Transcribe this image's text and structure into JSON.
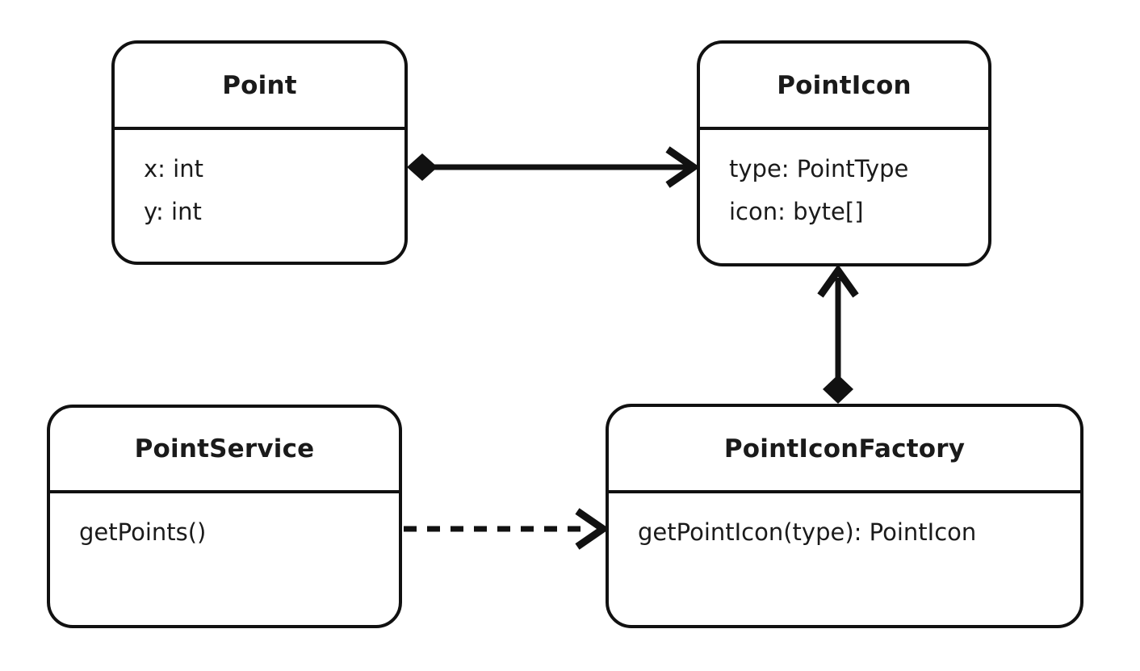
{
  "diagram": {
    "kind": "uml-class-diagram",
    "colors": {
      "background": "#ffffff",
      "stroke": "#111111",
      "text": "#1a1a1a"
    },
    "classes": [
      {
        "id": "point",
        "title": "Point",
        "members": [
          "x: int",
          "y: int"
        ]
      },
      {
        "id": "point-icon",
        "title": "PointIcon",
        "members": [
          "type: PointType",
          "icon: byte[]"
        ]
      },
      {
        "id": "point-service",
        "title": "PointService",
        "members": [
          "getPoints()"
        ]
      },
      {
        "id": "point-icon-factory",
        "title": "PointIconFactory",
        "members": [
          "getPointIcon(type): PointIcon"
        ]
      }
    ],
    "relationships": [
      {
        "from": "Point",
        "to": "PointIcon",
        "line": "solid",
        "diamond_end": "Point",
        "arrow_end": "PointIcon",
        "type": "composition-with-arrow"
      },
      {
        "from": "PointIconFactory",
        "to": "PointIcon",
        "line": "solid",
        "diamond_end": "PointIconFactory",
        "arrow_end": "PointIcon",
        "type": "composition-with-arrow"
      },
      {
        "from": "PointService",
        "to": "PointIconFactory",
        "line": "dashed",
        "diamond_end": null,
        "arrow_end": "PointIconFactory",
        "type": "dependency"
      }
    ]
  }
}
